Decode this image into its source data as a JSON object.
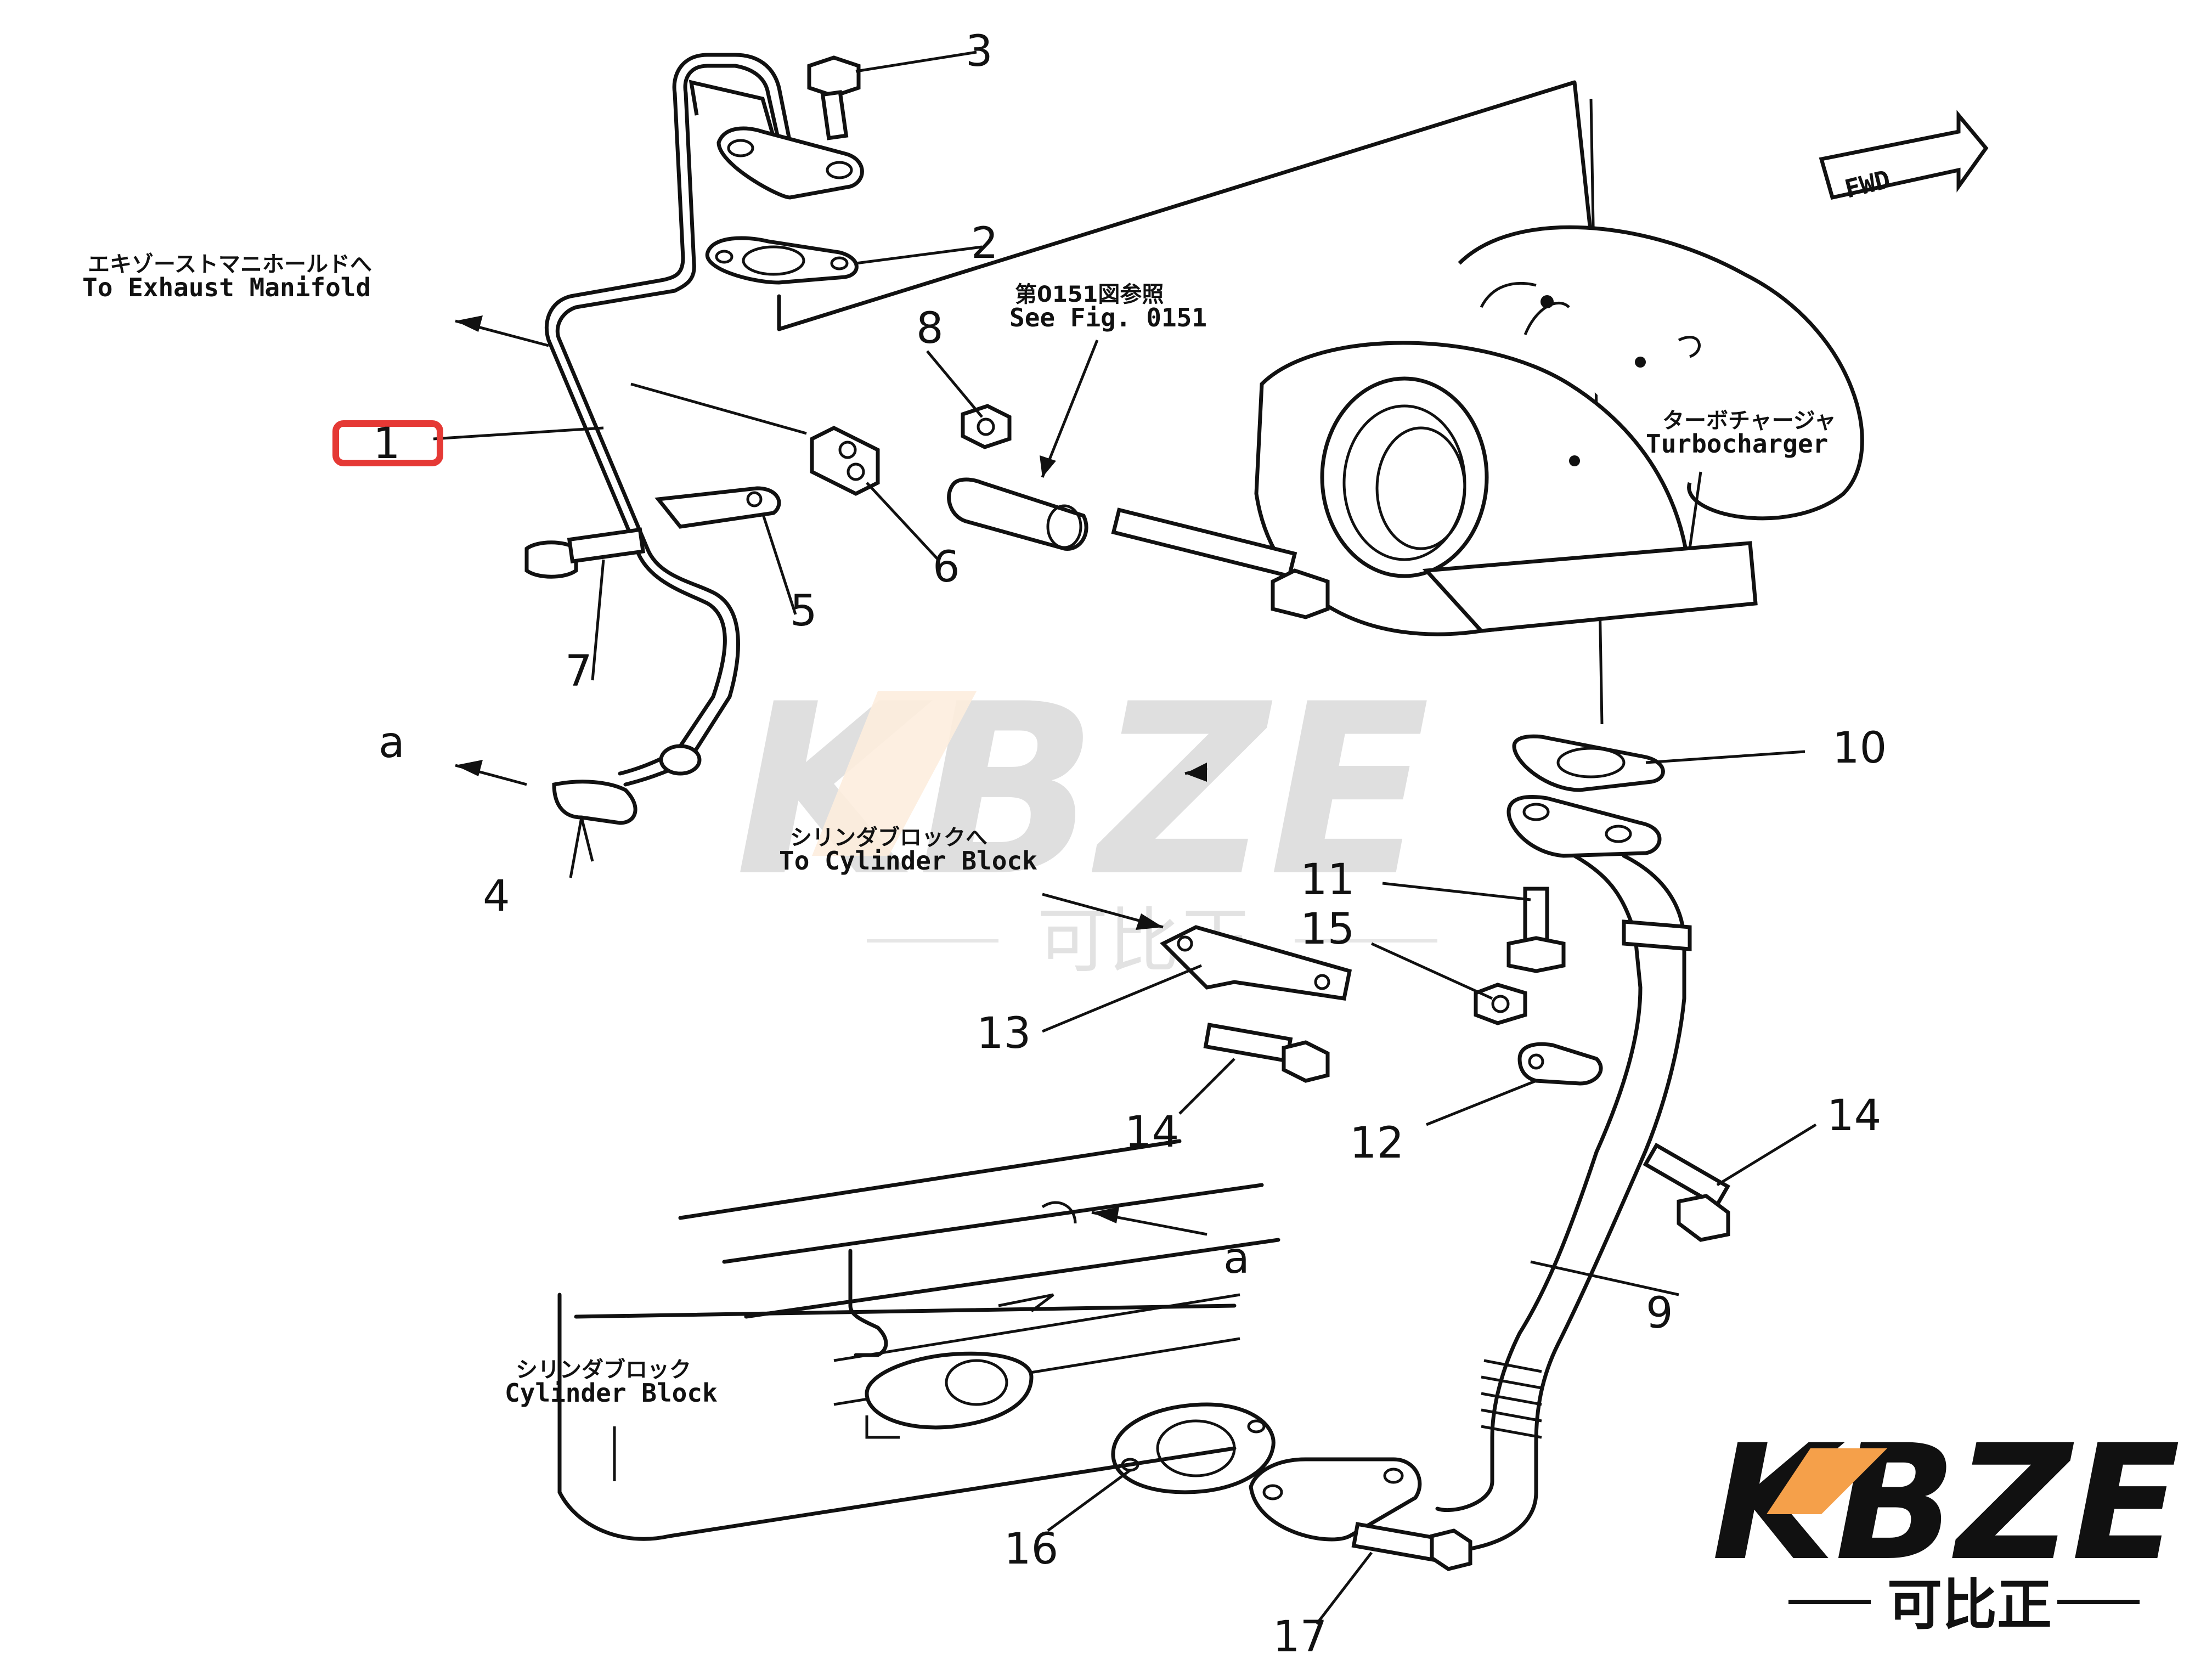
{
  "diagram": {
    "callouts": {
      "c1": "1",
      "c2": "2",
      "c3": "3",
      "c4": "4",
      "c5": "5",
      "c6": "6",
      "c7": "7",
      "c8": "8",
      "c9": "9",
      "c10": "10",
      "c11": "11",
      "c12": "12",
      "c13": "13",
      "c14a": "14",
      "c14b": "14",
      "c15": "15",
      "c16": "16",
      "c17": "17",
      "a_top": "a",
      "a_bottom": "a"
    },
    "labels": {
      "exhaust_jp": "エキゾーストマニホールドへ",
      "exhaust_en": "To  Exhaust  Manifold",
      "fig_jp": "第0151図参照",
      "fig_en": "See  Fig.  0151",
      "turbo_jp": "ターボチャージャ",
      "turbo_en": "Turbocharger",
      "cyl_to_jp": "シリンダブロックへ",
      "cyl_to_en": "To  Cylinder  Block",
      "cyl_jp": "シリンダブロック",
      "cyl_en": "Cylinder  Block",
      "fwd": "FWD"
    },
    "highlight_color": "#e53935",
    "watermark": {
      "text": "KBZE",
      "sub": "可比正"
    }
  },
  "logo": {
    "text": "KBZE",
    "sub": "可比正",
    "accent_color": "#f5a04a"
  }
}
